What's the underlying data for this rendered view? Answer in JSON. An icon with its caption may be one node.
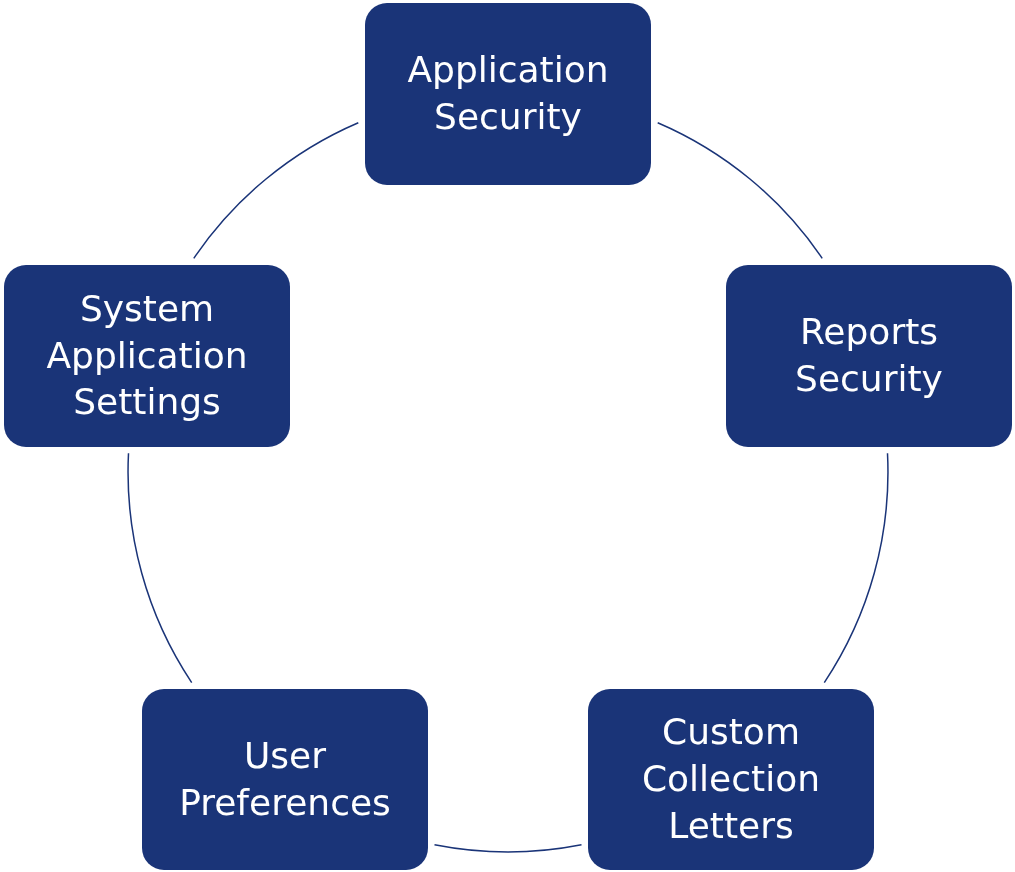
{
  "diagram": {
    "nodes": [
      {
        "text": [
          "Application Security"
        ]
      },
      {
        "text": [
          "Reports Security"
        ]
      },
      {
        "text": [
          "Custom Collection Letters"
        ]
      },
      {
        "text": [
          "User Preferences"
        ]
      },
      {
        "text": [
          "System Application Settings"
        ]
      }
    ],
    "edges": [
      {
        "from": 0,
        "to": 1,
        "arrow": "none"
      },
      {
        "from": 1,
        "to": 2,
        "arrow": "none"
      },
      {
        "from": 2,
        "to": 3,
        "arrow": "none"
      },
      {
        "from": 3,
        "to": 4,
        "arrow": "none"
      },
      {
        "from": 4,
        "to": 0,
        "arrow": "none"
      }
    ]
  }
}
